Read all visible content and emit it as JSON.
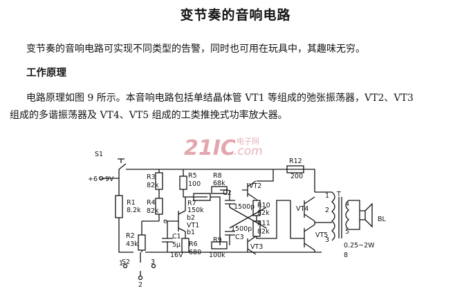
{
  "title": "变节奏的音响电路",
  "intro": "变节奏的音响电路可实现不同类型的告警，同时也可用在玩具中，其趣味无穷。",
  "section_heading": "工作原理",
  "body_line1": "电路原理如图 9 所示。本音响电路包括单结晶体管 VT1 等组成的弛张振荡器，VT2、VT3",
  "body_line2": "组成的多谐振荡器及 VT4、VT5 组成的工类推挽式功率放大器。",
  "watermark": {
    "logo": "21IC",
    "cn": "电子网",
    "domain": ".com"
  },
  "labels": {
    "s1": "S1",
    "supply": "+6 ~9V",
    "r1": "R1",
    "r1v": "8.2k",
    "r2": "R2",
    "r2v": "43k",
    "r3": "R3",
    "r3v": "82k",
    "r4": "R4",
    "r4v": "82k",
    "r5": "R5",
    "r5v": "100",
    "r6": "R6",
    "r6v": "680",
    "r7": "R7",
    "r7v": "150k",
    "r8": "R8",
    "r8v": "68k",
    "r9": "R9",
    "r9v": "100k",
    "r10": "R10",
    "r10v": "82k",
    "r11": "R11",
    "r11v": "82k",
    "r12": "R12",
    "r12v": "200",
    "c1": "C1",
    "c1v1": "5μ",
    "c1v2": "16V",
    "c2": "C2",
    "c2v": "1500p",
    "c3": "C3",
    "c3v": "1500p",
    "vt1": "VT1",
    "b2": "b2",
    "b1": "b1",
    "e": "e",
    "vt2": "VT2",
    "vt3": "VT3",
    "vt4": "VT4",
    "vt5": "VT5",
    "s2": "S2",
    "n1": "1",
    "n2": "2",
    "n3": "3",
    "t": "T",
    "t1": "1",
    "t2": "2",
    "t3": "3",
    "t4": "4",
    "t5": "5",
    "bl": "BL",
    "t_note": "0.25~2W",
    "t_ohm": "8"
  }
}
